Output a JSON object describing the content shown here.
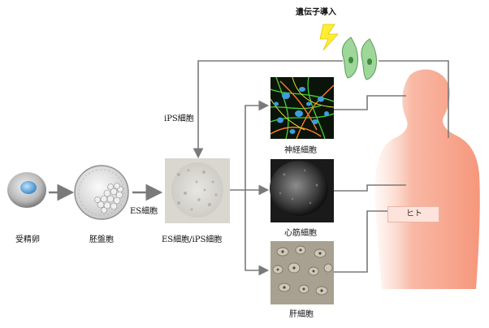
{
  "labels": {
    "gene_transfer": "遺伝子導入",
    "ips_cell": "iPS細胞",
    "fertilized_egg": "受精卵",
    "blastocyst": "胚盤胞",
    "es_cell": "ES細胞",
    "es_ips_cell": "ES細胞/iPS細胞",
    "nerve_cell": "神経細胞",
    "heart_muscle": "心筋細胞",
    "liver_cell": "肝細胞",
    "human": "ヒト"
  },
  "colors": {
    "arrow": "#7a7a7a",
    "body": "#f7a48e",
    "lightning": "#ffee33",
    "cell_green": "#9fd79a",
    "egg_nucleus": "#5fa7d6"
  },
  "icons": {
    "gene_transfer": "lightning-bolt-icon",
    "source_cells": "green-cells-icon"
  }
}
